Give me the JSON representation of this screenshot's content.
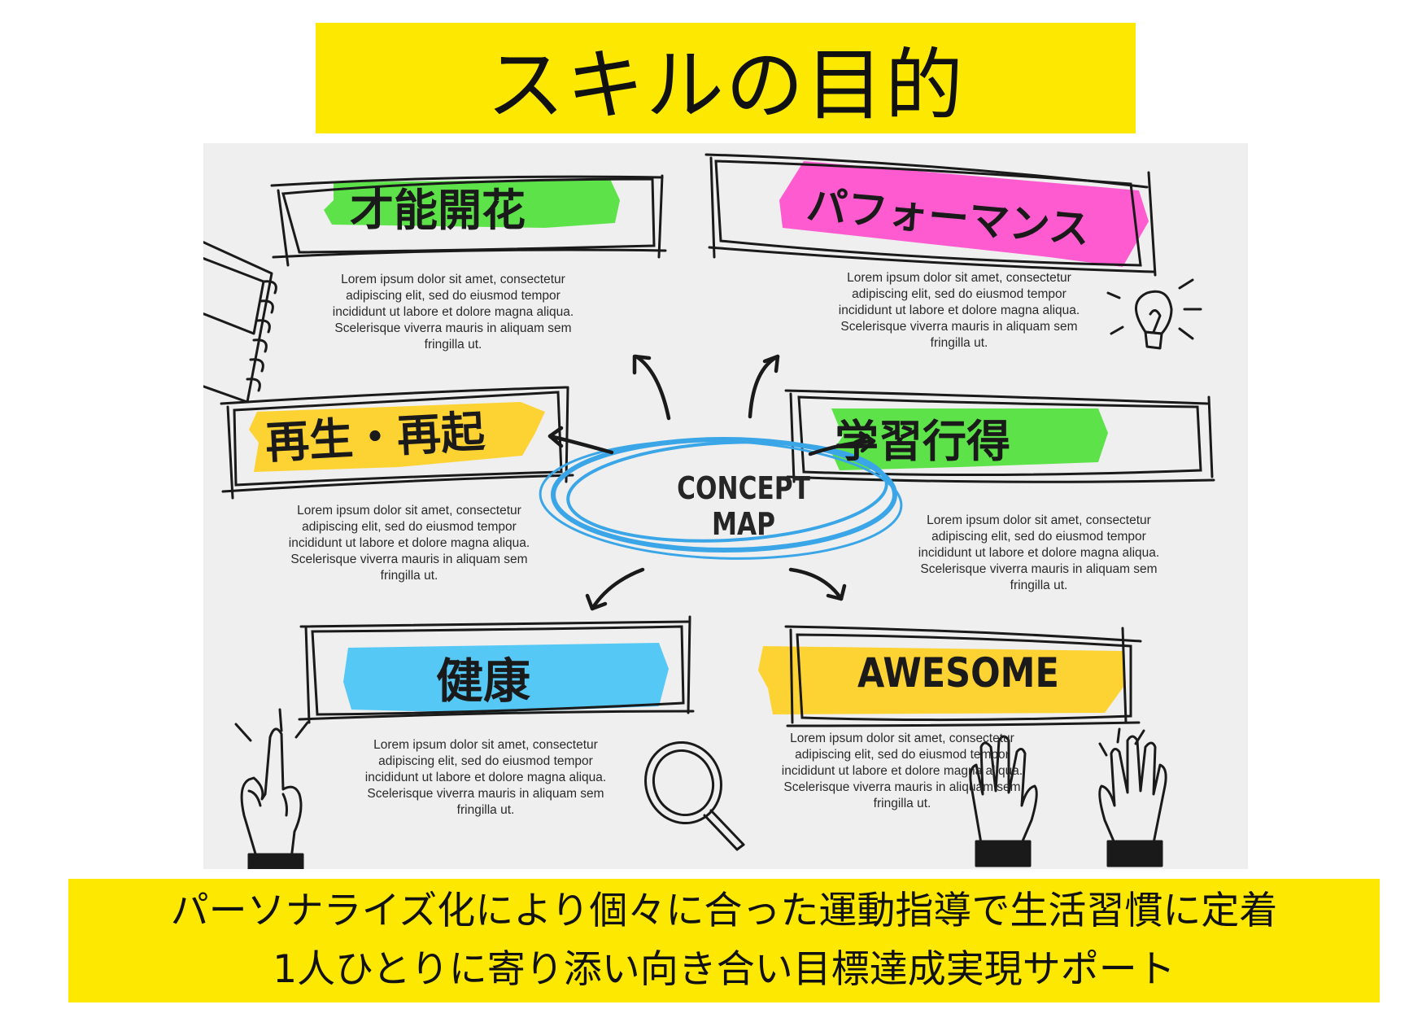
{
  "title": "スキルの目的",
  "concept_map": {
    "center_label": "CONCEPT MAP",
    "nodes": [
      {
        "label": "才能開花",
        "highlight_color": "#5de24a",
        "text": "Lorem ipsum dolor sit amet, consectetur adipiscing elit, sed do eiusmod tempor incididunt ut labore et dolore magna aliqua. Scelerisque viverra mauris in aliquam sem fringilla ut."
      },
      {
        "label": "パフォーマンス",
        "highlight_color": "#ff5bd0",
        "text": "Lorem ipsum dolor sit amet, consectetur adipiscing elit, sed do eiusmod tempor incididunt ut labore et dolore magna aliqua. Scelerisque viverra mauris in aliquam sem fringilla ut."
      },
      {
        "label": "再生・再起",
        "highlight_color": "#fdd233",
        "text": "Lorem ipsum dolor sit amet, consectetur adipiscing elit, sed do eiusmod tempor incididunt ut labore et dolore magna aliqua. Scelerisque viverra mauris in aliquam sem fringilla ut."
      },
      {
        "label": "学習行得",
        "highlight_color": "#5de24a",
        "text": "Lorem ipsum dolor sit amet, consectetur adipiscing elit, sed do eiusmod tempor incididunt ut labore et dolore magna aliqua. Scelerisque viverra mauris in aliquam sem fringilla ut."
      },
      {
        "label": "健康",
        "highlight_color": "#55c8f5",
        "text": "Lorem ipsum dolor sit amet, consectetur adipiscing elit, sed do eiusmod tempor incididunt ut labore et dolore magna aliqua. Scelerisque viverra mauris in aliquam sem fringilla ut."
      },
      {
        "label": "AWESOME",
        "highlight_color": "#fdd233",
        "text": "Lorem ipsum dolor sit amet, consectetur adipiscing elit, sed do eiusmod tempor incididunt ut labore et dolore magna aliqua. Scelerisque viverra mauris in aliquam sem fringilla ut."
      }
    ],
    "center_ring_color": "#3aa6e8",
    "decorations": [
      "notebook-icon",
      "lightbulb-icon",
      "magnifier-icon",
      "pointing-hand-icon",
      "raised-hands-icon"
    ]
  },
  "footer": {
    "line1": "パーソナライズ化により個々に合った運動指導で生活習慣に定着",
    "line2": "1人ひとりに寄り添い向き合い目標達成実現サポート"
  },
  "colors": {
    "banner": "#fce800",
    "map_background": "#efefef",
    "ink": "#1a1a1a"
  }
}
